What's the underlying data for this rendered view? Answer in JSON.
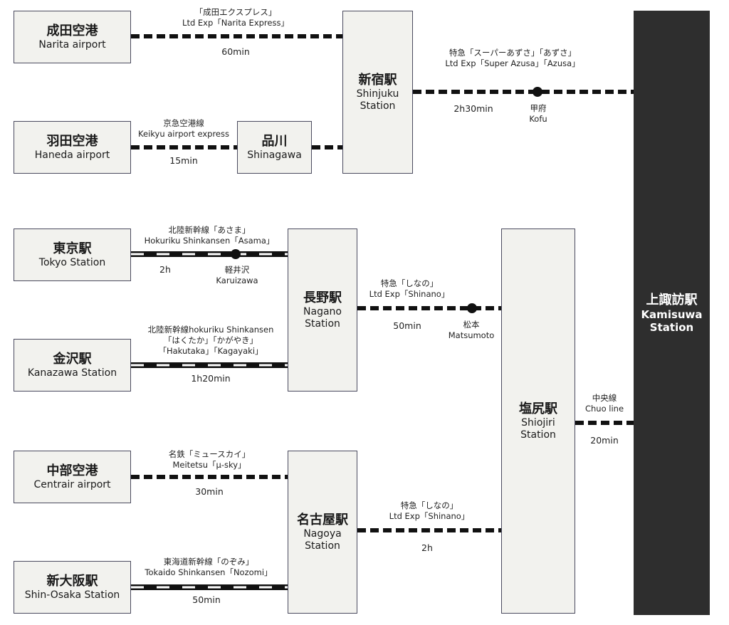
{
  "stations": {
    "narita": {
      "jp": "成田空港",
      "en": "Narita airport"
    },
    "haneda": {
      "jp": "羽田空港",
      "en": "Haneda airport"
    },
    "shinagawa": {
      "jp": "品川",
      "en": "Shinagawa"
    },
    "shinjuku": {
      "jp": "新宿駅",
      "en1": "Shinjuku",
      "en2": "Station"
    },
    "kamisuwa": {
      "jp": "上諏訪駅",
      "en1": "Kamisuwa",
      "en2": "Station"
    },
    "tokyo": {
      "jp": "東京駅",
      "en": "Tokyo Station"
    },
    "kanazawa": {
      "jp": "金沢駅",
      "en": "Kanazawa Station"
    },
    "nagano": {
      "jp": "長野駅",
      "en1": "Nagano",
      "en2": "Station"
    },
    "shiojiri": {
      "jp": "塩尻駅",
      "en1": "Shiojiri",
      "en2": "Station"
    },
    "centrair": {
      "jp": "中部空港",
      "en": "Centrair airport"
    },
    "shinosaka": {
      "jp": "新大阪駅",
      "en": "Shin-Osaka Station"
    },
    "nagoya": {
      "jp": "名古屋駅",
      "en1": "Nagoya",
      "en2": "Station"
    }
  },
  "routes": {
    "narita_shinjuku": {
      "line1": "「成田エクスプレス」",
      "line2": "Ltd Exp「Narita Express」",
      "time": "60min"
    },
    "haneda_shinagawa": {
      "line1": "京急空港線",
      "line2": "Keikyu airport express",
      "time": "15min"
    },
    "shinjuku_kamisuwa": {
      "line1": "特急「スーパーあずさ」「あずさ」",
      "line2": "Ltd Exp「Super Azusa」「Azusa」",
      "time": "2h30min",
      "stop_jp": "甲府",
      "stop_en": "Kofu"
    },
    "tokyo_nagano": {
      "line1": "北陸新幹線「あさま」",
      "line2": "Hokuriku Shinkansen「Asama」",
      "time": "2h",
      "stop_jp": "軽井沢",
      "stop_en": "Karuizawa"
    },
    "kanazawa_nagano": {
      "line1": "北陸新幹線hokuriku Shinkansen",
      "line2": "「はくたか」「かがやき」",
      "line3": "「Hakutaka」「Kagayaki」",
      "time": "1h20min"
    },
    "nagano_shiojiri": {
      "line1": "特急「しなの」",
      "line2": "Ltd Exp「Shinano」",
      "time": "50min",
      "stop_jp": "松本",
      "stop_en": "Matsumoto"
    },
    "shiojiri_kamisuwa": {
      "line1": "中央線",
      "line2": "Chuo line",
      "time": "20min"
    },
    "centrair_nagoya": {
      "line1": "名鉄「ミュースカイ」",
      "line2": "Meitetsu「μ-sky」",
      "time": "30min"
    },
    "nagoya_shiojiri": {
      "line1": "特急「しなの」",
      "line2": "Ltd Exp「Shinano」",
      "time": "2h"
    },
    "shinosaka_nagoya": {
      "line1": "東海道新幹線「のぞみ」",
      "line2": "Tokaido Shinkansen「Nozomi」",
      "time": "50min"
    }
  },
  "colors": {
    "box_fill": "#f2f2ee",
    "box_border": "#4a4a5e",
    "rail": "#111111",
    "kamisuwa_fill": "#2e2e2e"
  }
}
